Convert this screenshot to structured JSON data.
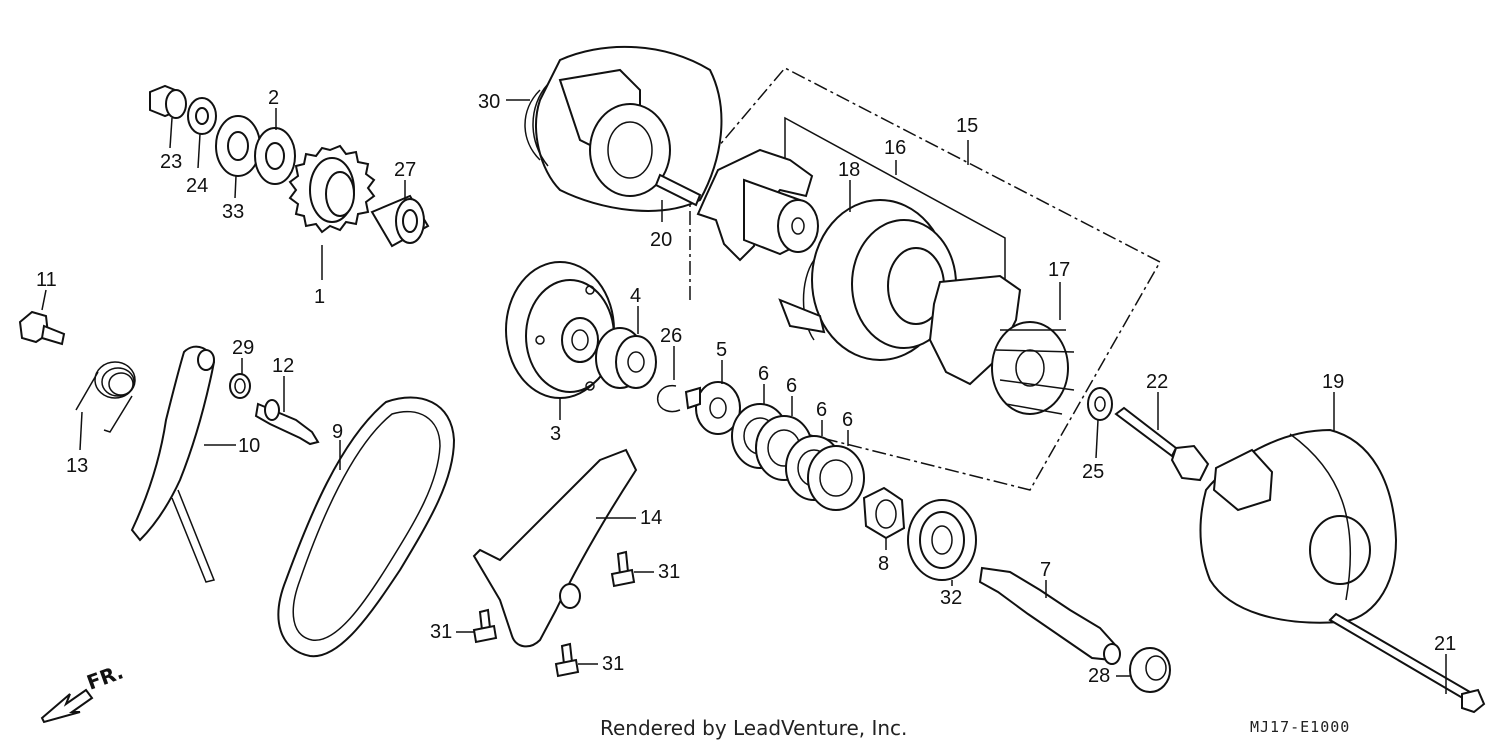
{
  "labels": {
    "l1": "1",
    "l2": "2",
    "l3": "3",
    "l4": "4",
    "l5": "5",
    "l6a": "6",
    "l6b": "6",
    "l6c": "6",
    "l6d": "6",
    "l7": "7",
    "l8": "8",
    "l9": "9",
    "l10": "10",
    "l11": "11",
    "l12": "12",
    "l13": "13",
    "l14": "14",
    "l15": "15",
    "l16": "16",
    "l17": "17",
    "l18": "18",
    "l19": "19",
    "l20": "20",
    "l21": "21",
    "l22": "22",
    "l23": "23",
    "l24": "24",
    "l25": "25",
    "l26": "26",
    "l27": "27",
    "l28": "28",
    "l29": "29",
    "l30": "30",
    "l31a": "31",
    "l31b": "31",
    "l31c": "31",
    "l32": "32",
    "l33": "33"
  },
  "direction_label": "FR.",
  "footer_text": "Rendered by LeadVenture, Inc.",
  "diagram_code": "MJ17-E1000"
}
